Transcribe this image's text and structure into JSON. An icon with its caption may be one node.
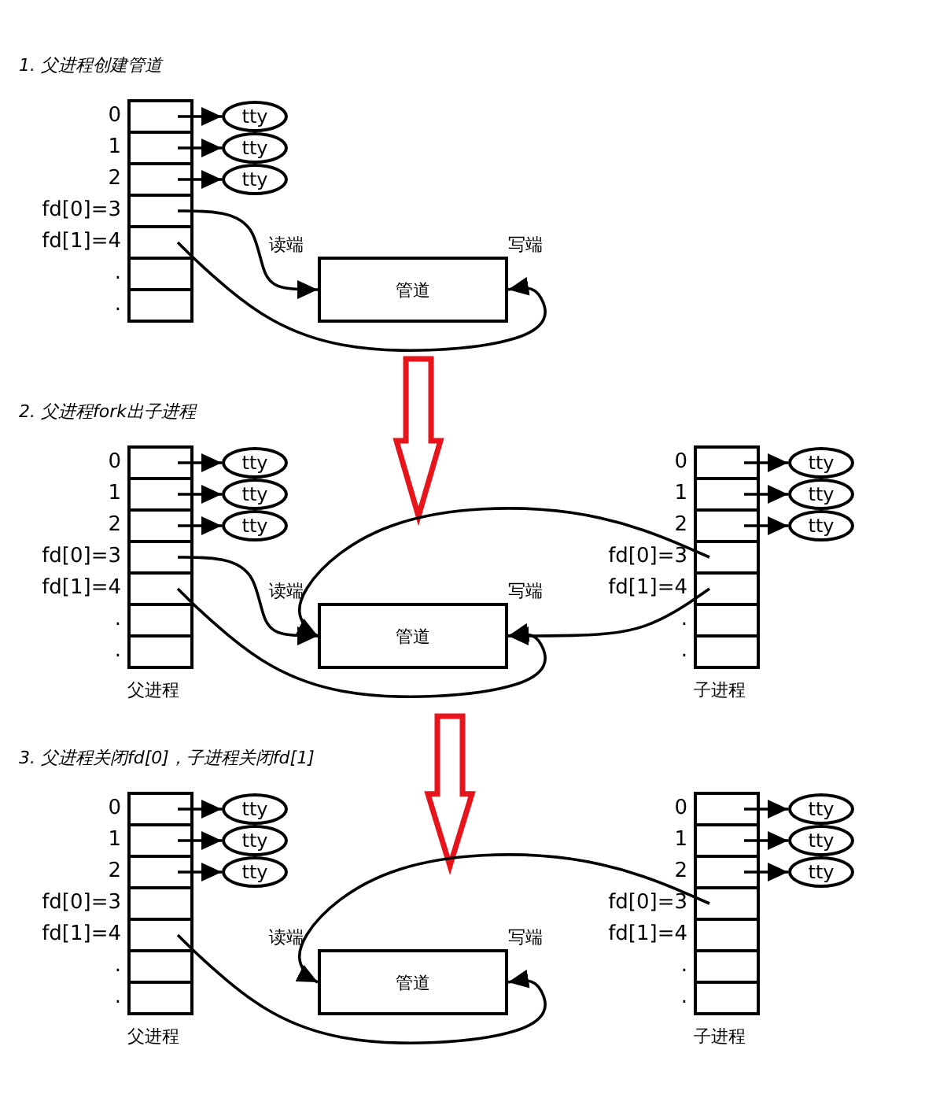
{
  "diagram": {
    "nodes": [
      {
        "text": [],
        "shape": "box"
      },
      {
        "text": [],
        "shape": "box",
        "in": 0,
        "beside": [
          "0"
        ]
      },
      {
        "text": [],
        "shape": "box",
        "in": 0,
        "beside": [
          "1"
        ]
      },
      {
        "text": [],
        "shape": "box",
        "in": 0,
        "beside": [
          "2"
        ]
      },
      {
        "text": [],
        "shape": "box",
        "in": 0,
        "beside": [
          "fd[0]=3"
        ]
      },
      {
        "text": [],
        "shape": "box",
        "in": 0,
        "beside": [
          "fd[1]=4"
        ]
      },
      {
        "text": [],
        "shape": "box",
        "in": 0,
        "beside": [
          "."
        ]
      },
      {
        "text": [],
        "shape": "box",
        "in": 0,
        "beside": [
          "."
        ]
      },
      {
        "text": [
          "tty"
        ]
      },
      {
        "text": [
          "tty"
        ]
      },
      {
        "text": [
          "tty"
        ]
      },
      {
        "text": [
          "管道"
        ],
        "beside": [
          "读端",
          "写端"
        ]
      },
      {
        "text": [],
        "shape": "box",
        "beside": [
          "父进程"
        ]
      },
      {
        "text": [],
        "shape": "box",
        "in": 12,
        "beside": [
          "0"
        ]
      },
      {
        "text": [],
        "shape": "box",
        "in": 12,
        "beside": [
          "1"
        ]
      },
      {
        "text": [],
        "shape": "box",
        "in": 12,
        "beside": [
          "2"
        ]
      },
      {
        "text": [],
        "shape": "box",
        "in": 12,
        "beside": [
          "fd[0]=3"
        ]
      },
      {
        "text": [],
        "shape": "box",
        "in": 12,
        "beside": [
          "fd[1]=4"
        ]
      },
      {
        "text": [],
        "shape": "box",
        "in": 12,
        "beside": [
          "."
        ]
      },
      {
        "text": [],
        "shape": "box",
        "in": 12,
        "beside": [
          "."
        ]
      },
      {
        "text": [
          "tty"
        ]
      },
      {
        "text": [
          "tty"
        ]
      },
      {
        "text": [
          "tty"
        ]
      },
      {
        "text": [
          "管道"
        ],
        "beside": [
          "读端",
          "写端"
        ]
      },
      {
        "text": [],
        "shape": "box",
        "beside": [
          "子进程"
        ]
      },
      {
        "text": [],
        "shape": "box",
        "in": 24,
        "beside": [
          "0"
        ]
      },
      {
        "text": [],
        "shape": "box",
        "in": 24,
        "beside": [
          "1"
        ]
      },
      {
        "text": [],
        "shape": "box",
        "in": 24,
        "beside": [
          "2"
        ]
      },
      {
        "text": [],
        "shape": "box",
        "in": 24,
        "beside": [
          "fd[0]=3"
        ]
      },
      {
        "text": [],
        "shape": "box",
        "in": 24,
        "beside": [
          "fd[1]=4"
        ]
      },
      {
        "text": [],
        "shape": "box",
        "in": 24,
        "beside": [
          "."
        ]
      },
      {
        "text": [],
        "shape": "box",
        "in": 24,
        "beside": [
          "."
        ]
      },
      {
        "text": [
          "tty"
        ]
      },
      {
        "text": [
          "tty"
        ]
      },
      {
        "text": [
          "tty"
        ]
      },
      {
        "text": [],
        "shape": "box",
        "beside": [
          "父进程"
        ]
      },
      {
        "text": [],
        "shape": "box",
        "in": 35,
        "beside": [
          "0"
        ]
      },
      {
        "text": [],
        "shape": "box",
        "in": 35,
        "beside": [
          "1"
        ]
      },
      {
        "text": [],
        "shape": "box",
        "in": 35,
        "beside": [
          "2"
        ]
      },
      {
        "text": [],
        "shape": "box",
        "in": 35,
        "beside": [
          "fd[0]=3"
        ]
      },
      {
        "text": [],
        "shape": "box",
        "in": 35,
        "beside": [
          "fd[1]=4"
        ]
      },
      {
        "text": [],
        "shape": "box",
        "in": 35,
        "beside": [
          "."
        ]
      },
      {
        "text": [],
        "shape": "box",
        "in": 35,
        "beside": [
          "."
        ]
      },
      {
        "text": [
          "tty"
        ]
      },
      {
        "text": [
          "tty"
        ]
      },
      {
        "text": [
          "tty"
        ]
      },
      {
        "text": [
          "管道"
        ],
        "beside": [
          "读端",
          "写端"
        ]
      },
      {
        "text": [],
        "shape": "box",
        "beside": [
          "子进程"
        ]
      },
      {
        "text": [],
        "shape": "box",
        "in": 47,
        "beside": [
          "0"
        ]
      },
      {
        "text": [],
        "shape": "box",
        "in": 47,
        "beside": [
          "1"
        ]
      },
      {
        "text": [],
        "shape": "box",
        "in": 47,
        "beside": [
          "2"
        ]
      },
      {
        "text": [],
        "shape": "box",
        "in": 47,
        "beside": [
          "fd[0]=3"
        ]
      },
      {
        "text": [],
        "shape": "box",
        "in": 47,
        "beside": [
          "fd[1]=4"
        ]
      },
      {
        "text": [],
        "shape": "box",
        "in": 47,
        "beside": [
          "."
        ]
      },
      {
        "text": [],
        "shape": "box",
        "in": 47,
        "beside": [
          "."
        ]
      },
      {
        "text": [
          "tty"
        ]
      },
      {
        "text": [
          "tty"
        ]
      },
      {
        "text": [
          "tty"
        ]
      }
    ],
    "edges": [
      {
        "from": 1,
        "to": 8,
        "arrow": "to"
      },
      {
        "from": 2,
        "to": 9,
        "arrow": "to"
      },
      {
        "from": 3,
        "to": 10,
        "arrow": "to"
      },
      {
        "from": 4,
        "to": 11,
        "arrow": "to"
      },
      {
        "from": 5,
        "to": 11,
        "arrow": "to"
      },
      {
        "from": 13,
        "to": 20,
        "arrow": "to"
      },
      {
        "from": 14,
        "to": 21,
        "arrow": "to"
      },
      {
        "from": 15,
        "to": 22,
        "arrow": "to"
      },
      {
        "from": 16,
        "to": 23,
        "arrow": "to"
      },
      {
        "from": 17,
        "to": 23,
        "arrow": "to"
      },
      {
        "from": 25,
        "to": 32,
        "arrow": "to"
      },
      {
        "from": 26,
        "to": 33,
        "arrow": "to"
      },
      {
        "from": 27,
        "to": 34,
        "arrow": "to"
      },
      {
        "from": 28,
        "to": 23,
        "arrow": "to"
      },
      {
        "from": 29,
        "to": 23,
        "arrow": "to"
      },
      {
        "from": 36,
        "to": 43,
        "arrow": "to"
      },
      {
        "from": 37,
        "to": 44,
        "arrow": "to"
      },
      {
        "from": 38,
        "to": 45,
        "arrow": "to"
      },
      {
        "from": 40,
        "to": 46,
        "arrow": "to"
      },
      {
        "from": 48,
        "to": 55,
        "arrow": "to"
      },
      {
        "from": 49,
        "to": 56,
        "arrow": "to"
      },
      {
        "from": 50,
        "to": 57,
        "arrow": "to"
      },
      {
        "from": 51,
        "to": 46,
        "arrow": "to"
      }
    ],
    "labels": [
      "1. 父进程创建管道",
      "2. 父进程fork出子进程",
      "3. 父进程关闭fd[0]，子进程关闭fd[1]"
    ]
  }
}
